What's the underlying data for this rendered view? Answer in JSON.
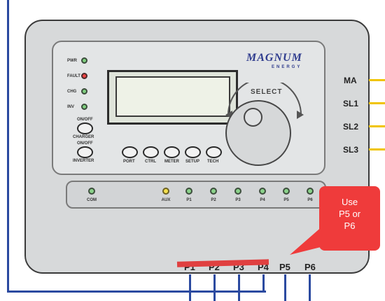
{
  "device": {
    "brand": "MAGNUM",
    "brand_sub": "ENERGY",
    "select_label": "SELECT",
    "indicators": [
      {
        "label": "PWR",
        "color": "#7fcf7f"
      },
      {
        "label": "FAULT",
        "color": "#e44444"
      },
      {
        "label": "CHG",
        "color": "#7fcf7f"
      },
      {
        "label": "INV",
        "color": "#7fcf7f"
      }
    ],
    "charger_button": {
      "top": "ON/OFF",
      "bottom": "CHARGER"
    },
    "inverter_button": {
      "top": "ON/OFF",
      "bottom": "INVERTER"
    },
    "menu_buttons": [
      "PORT",
      "CTRL",
      "METER",
      "SETUP",
      "TECH"
    ],
    "ports": [
      "COM",
      "AUX",
      "P1",
      "P2",
      "P3",
      "P4",
      "P5",
      "P6"
    ]
  },
  "side_connectors": [
    "MA",
    "SL1",
    "SL2",
    "SL3"
  ],
  "bottom_ports": [
    "P1",
    "P2",
    "P3",
    "P4",
    "P5",
    "P6"
  ],
  "callout": {
    "line1": "Use",
    "line2": "P5  or",
    "line3": "P6"
  },
  "colors": {
    "wire_blue": "#2b4aa0",
    "lead_yellow": "#f0c400",
    "callout_red": "#ef3b3b"
  }
}
